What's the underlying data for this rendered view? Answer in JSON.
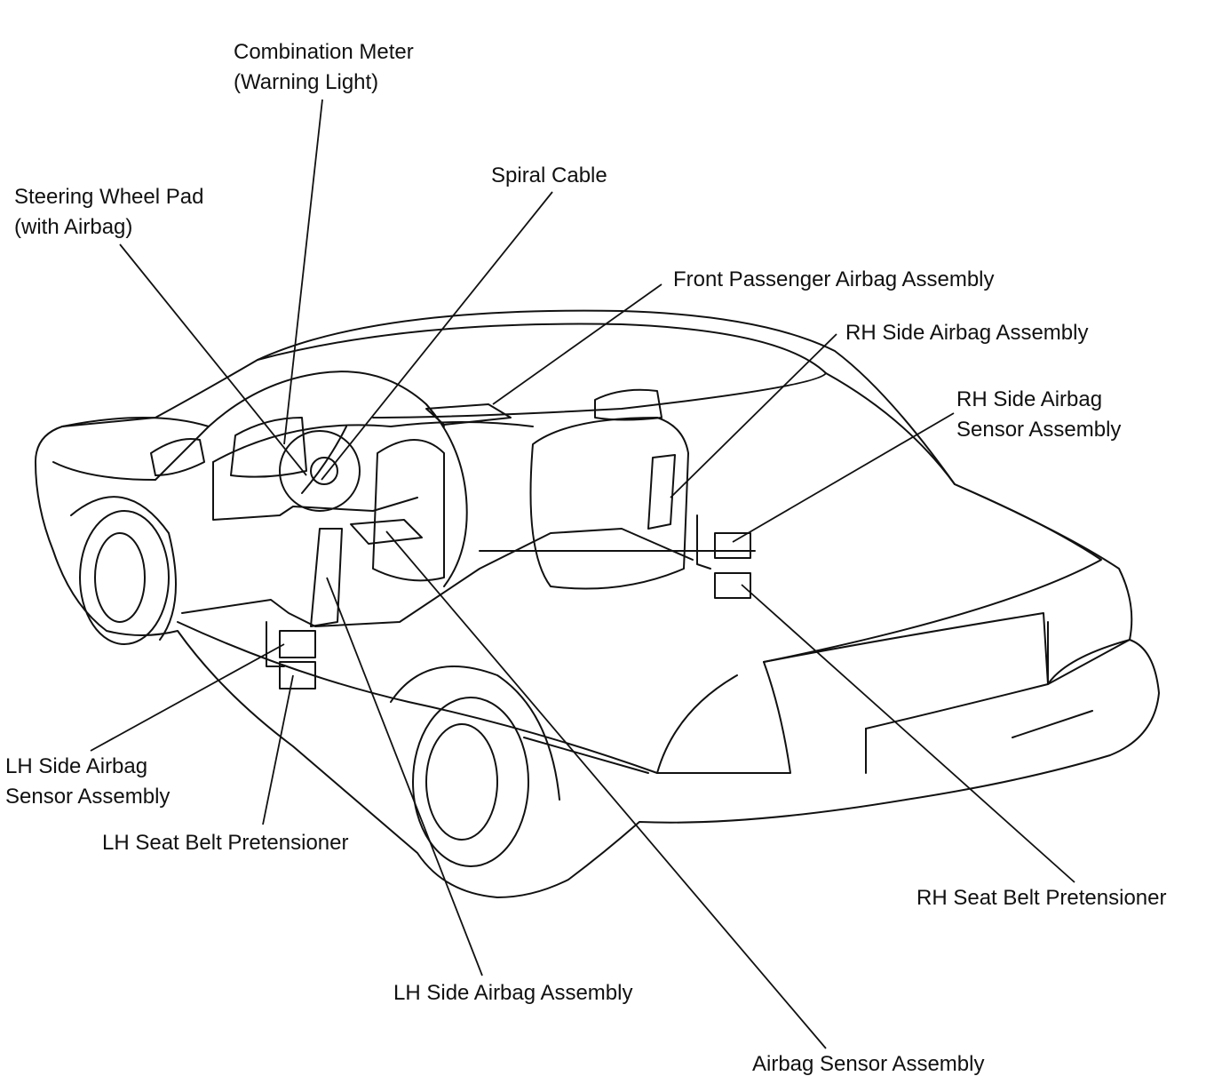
{
  "diagram": {
    "labels": {
      "combination_meter": {
        "line1": "Combination Meter",
        "line2": "(Warning Light)"
      },
      "steering_wheel_pad": {
        "line1": "Steering Wheel Pad",
        "line2": "(with Airbag)"
      },
      "spiral_cable": {
        "line1": "Spiral Cable"
      },
      "front_passenger_airbag": {
        "line1": "Front Passenger Airbag Assembly"
      },
      "rh_side_airbag": {
        "line1": "RH Side Airbag Assembly"
      },
      "rh_side_airbag_sensor": {
        "line1": "RH Side Airbag",
        "line2": "Sensor Assembly"
      },
      "lh_side_airbag_sensor": {
        "line1": "LH Side Airbag",
        "line2": "Sensor Assembly"
      },
      "lh_seat_belt_pretensioner": {
        "line1": "LH Seat Belt Pretensioner"
      },
      "rh_seat_belt_pretensioner": {
        "line1": "RH Seat Belt Pretensioner"
      },
      "lh_side_airbag": {
        "line1": "LH Side Airbag Assembly"
      },
      "airbag_sensor": {
        "line1": "Airbag Sensor Assembly"
      }
    },
    "colors": {
      "ink": "#111111",
      "paper": "#ffffff"
    }
  }
}
